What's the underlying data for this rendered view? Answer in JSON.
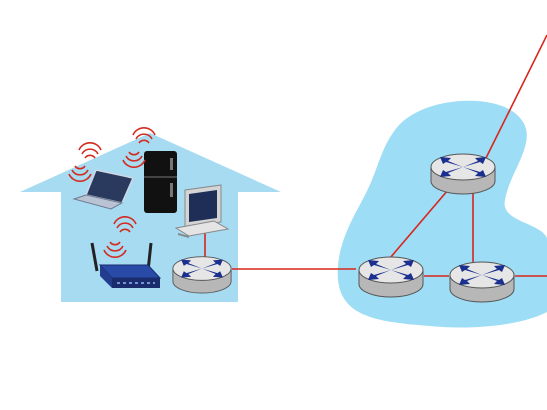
{
  "diagram": {
    "elements": [
      {
        "kind": "home-network",
        "icon": "house-icon"
      },
      {
        "kind": "isp-network",
        "icon": "cloud-icon"
      },
      {
        "kind": "device",
        "icon": "laptop-icon",
        "wireless": true
      },
      {
        "kind": "device",
        "icon": "refrigerator-icon",
        "wireless": true
      },
      {
        "kind": "device",
        "icon": "desktop-computer-icon",
        "wireless": false
      },
      {
        "kind": "device",
        "icon": "wifi-access-point-icon",
        "wireless": true
      },
      {
        "kind": "router",
        "icon": "router-icon",
        "location": "home"
      },
      {
        "kind": "router",
        "icon": "router-icon",
        "location": "isp-top"
      },
      {
        "kind": "router",
        "icon": "router-icon",
        "location": "isp-left"
      },
      {
        "kind": "router",
        "icon": "router-icon",
        "location": "isp-right"
      }
    ],
    "colors": {
      "house": "#a6dbf2",
      "cloud": "#9dddf5",
      "link": "#d9261c",
      "router_top": "#e6e6e6",
      "router_side": "#b7b7b7",
      "router_arrows": "#1b2f8f",
      "wireless_waves": "#d42a1f"
    }
  }
}
